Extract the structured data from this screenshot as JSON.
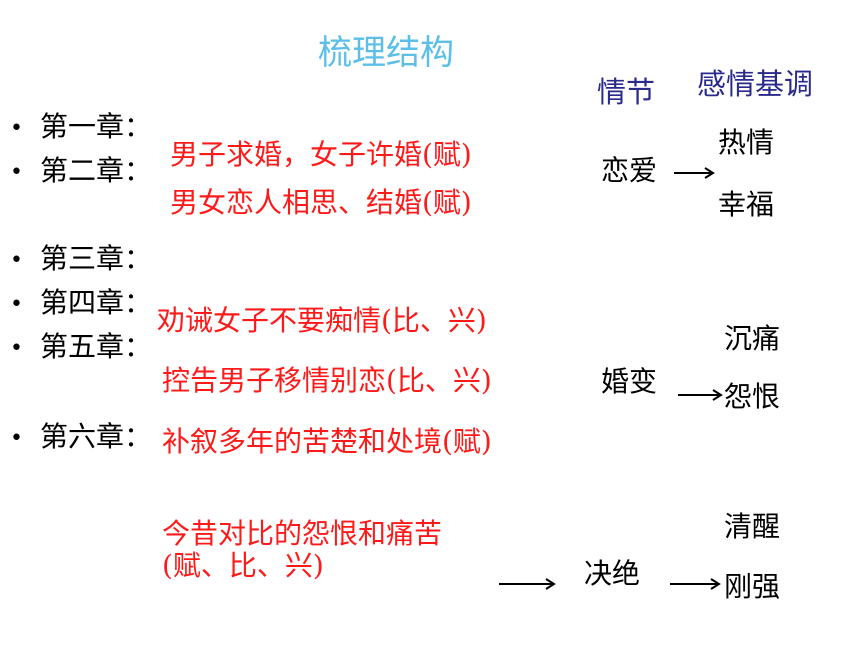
{
  "title": "梳理结构",
  "headers": {
    "plot": "情节",
    "emotion": "感情基调"
  },
  "bullet_symbol": "•",
  "chapters": [
    "第一章：",
    "第二章：",
    "第三章：",
    "第四章：",
    "第五章：",
    "第六章："
  ],
  "descriptions": [
    "男子求婚，女子许婚(赋)",
    "男女恋人相思、结婚(赋)",
    "劝诫女子不要痴情(比、兴)",
    "控告男子移情别恋(比、兴)",
    "补叙多年的苦楚和处境(赋)",
    "今昔对比的怨恨和痛苦",
    "(赋、比、兴)"
  ],
  "plot_stages": [
    "恋爱",
    "婚变",
    "决绝"
  ],
  "emotions": [
    "热情",
    "幸福",
    "沉痛",
    "怨恨",
    "清醒",
    "刚强"
  ],
  "colors": {
    "title": "#5bbfe9",
    "header": "#2a2a8c",
    "description": "#ff1a1a",
    "text": "#000000"
  }
}
